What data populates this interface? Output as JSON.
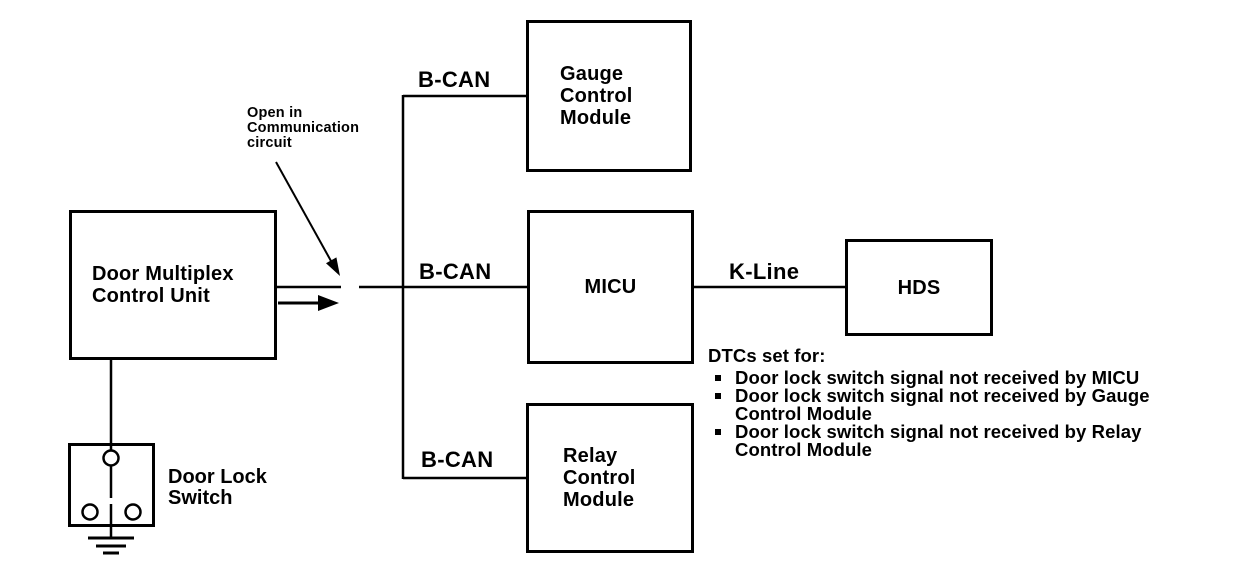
{
  "diagram": {
    "background": "#ffffff",
    "line_color": "#000000",
    "boxes": {
      "door_multiplex": {
        "label": "Door Multiplex\nControl Unit"
      },
      "gauge": {
        "label": "Gauge\nControl\nModule"
      },
      "micu": {
        "label": "MICU"
      },
      "relay": {
        "label": "Relay\nControl\nModule"
      },
      "hds": {
        "label": "HDS"
      },
      "door_lock_switch": {
        "label": "Door Lock\nSwitch"
      }
    },
    "bus_labels": {
      "gauge_bus": "B-CAN",
      "micu_bus": "B-CAN",
      "relay_bus": "B-CAN",
      "k_line": "K-Line"
    },
    "annotation": {
      "text": "Open in\nCommunication\ncircuit"
    },
    "dtc": {
      "title": "DTCs set for:",
      "items": [
        "Door lock switch signal not received by MICU",
        "Door lock switch signal not received by Gauge\nControl Module",
        "Door lock switch signal not received by Relay\nControl Module"
      ]
    }
  }
}
